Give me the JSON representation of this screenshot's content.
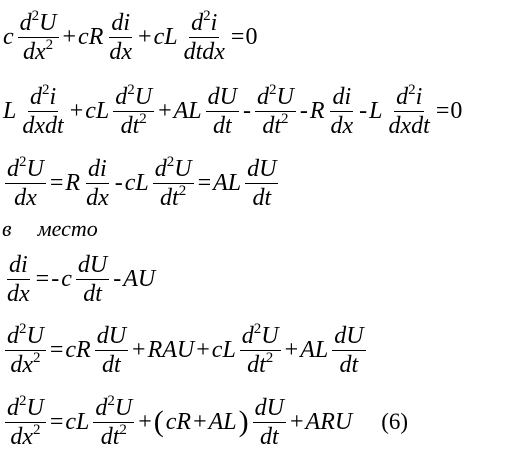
{
  "eq1": {
    "c1": "c",
    "f1_num_pre": "d",
    "f1_num_sup": "2",
    "f1_num_post": "U",
    "f1_den_pre": "dx",
    "f1_den_sup": "2",
    "op1": "+",
    "c2": "cR",
    "f2_num": "di",
    "f2_den": "dx",
    "op2": "+",
    "c3": "cL",
    "f3_num_pre": "d",
    "f3_num_sup": "2",
    "f3_num_post": "i",
    "f3_den": "dtdx",
    "eq": "=",
    "rhs": "0"
  },
  "eq2": {
    "c1": "L",
    "f1_num_pre": "d",
    "f1_num_sup": "2",
    "f1_num_post": "i",
    "f1_den": "dxdt",
    "op1": "+",
    "c2": "cL",
    "f2_num_pre": "d",
    "f2_num_sup": "2",
    "f2_num_post": "U",
    "f2_den_pre": "dt",
    "f2_den_sup": "2",
    "op2": "+",
    "c3": "AL",
    "f3_num": "dU",
    "f3_den": "dt",
    "op3": "-",
    "f4_num_pre": "d",
    "f4_num_sup": "2",
    "f4_num_post": "U",
    "f4_den_pre": "dt",
    "f4_den_sup": "2",
    "op4": "-",
    "c5": "R",
    "f5_num": "di",
    "f5_den": "dx",
    "op5": "-",
    "c6": "L",
    "f6_num_pre": "d",
    "f6_num_sup": "2",
    "f6_num_post": "i",
    "f6_den": "dxdt",
    "eq": "=",
    "rhs": "0"
  },
  "eq3": {
    "f1_num_pre": "d",
    "f1_num_sup": "2",
    "f1_num_post": "U",
    "f1_den": "dx",
    "eq1": "=",
    "c1": "R",
    "f2_num": "di",
    "f2_den": "dx",
    "op1": "-",
    "c2": "cL",
    "f3_num_pre": "d",
    "f3_num_sup": "2",
    "f3_num_post": "U",
    "f3_den_pre": "dt",
    "f3_den_sup": "2",
    "eq2": "=",
    "c3": "AL",
    "f4_num": "dU",
    "f4_den": "dt"
  },
  "text_line": {
    "word1": "в",
    "word2": "место"
  },
  "eq4": {
    "f1_num": "di",
    "f1_den": "dx",
    "eq": "=",
    "op1": "-",
    "c1": "c",
    "f2_num": "dU",
    "f2_den": "dt",
    "op2": "-",
    "c2": "AU"
  },
  "eq5": {
    "f1_num_pre": "d",
    "f1_num_sup": "2",
    "f1_num_post": "U",
    "f1_den_pre": "dx",
    "f1_den_sup": "2",
    "eq": "=",
    "c1": "cR",
    "f2_num": "dU",
    "f2_den": "dt",
    "op1": "+",
    "c2": "RAU",
    "op2": "+",
    "c3": "cL",
    "f3_num_pre": "d",
    "f3_num_sup": "2",
    "f3_num_post": "U",
    "f3_den_pre": "dt",
    "f3_den_sup": "2",
    "op3": "+",
    "c4": "AL",
    "f4_num": "dU",
    "f4_den": "dt"
  },
  "eq6": {
    "f1_num_pre": "d",
    "f1_num_sup": "2",
    "f1_num_post": "U",
    "f1_den_pre": "dx",
    "f1_den_sup": "2",
    "eq": "=",
    "c1": "cL",
    "f2_num_pre": "d",
    "f2_num_sup": "2",
    "f2_num_post": "U",
    "f2_den_pre": "dt",
    "f2_den_sup": "2",
    "op1": "+",
    "lparen": "(",
    "c2": "cR",
    "op_in": "+",
    "c3": "AL",
    "rparen": ")",
    "f3_num": "dU",
    "f3_den": "dt",
    "op2": "+",
    "c4": "ARU",
    "eq_number": "(6)"
  }
}
